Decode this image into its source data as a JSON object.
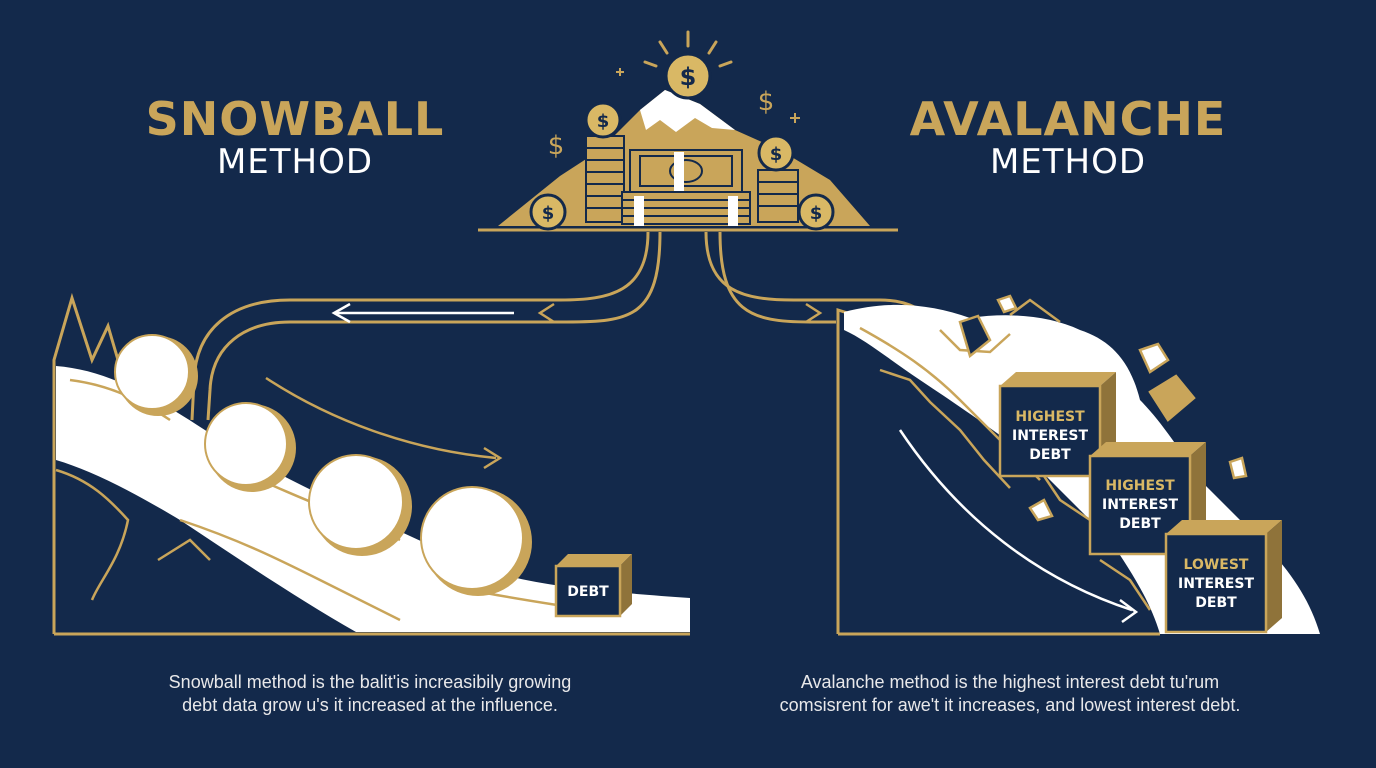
{
  "snowball": {
    "title": "SNOWBALL",
    "subtitle": "METHOD",
    "debt_label": "DEBT",
    "caption_lines": [
      "Snowball method is the balit'is increasibily growing",
      "debt data grow u's it increased at the influence."
    ]
  },
  "avalanche": {
    "title": "AVALANCHE",
    "subtitle": "METHOD",
    "boxes": [
      {
        "lines": [
          "HIGHEST",
          "INTEREST",
          "DEBT"
        ]
      },
      {
        "lines": [
          "HIGHEST",
          "INTEREST",
          "DEBT"
        ]
      },
      {
        "lines": [
          "LOWEST",
          "INTEREST",
          "DEBT"
        ]
      }
    ],
    "caption_lines": [
      "Avalanche method is the highest interest debt tu'rum",
      "comsisrent for awe't it increases, and lowest interest debt."
    ]
  },
  "icons": {
    "center": "money-mountain-icon",
    "coin_symbol": "$"
  },
  "colors": {
    "background": "#13294b",
    "gold": "#c9a55a",
    "white": "#ffffff"
  }
}
